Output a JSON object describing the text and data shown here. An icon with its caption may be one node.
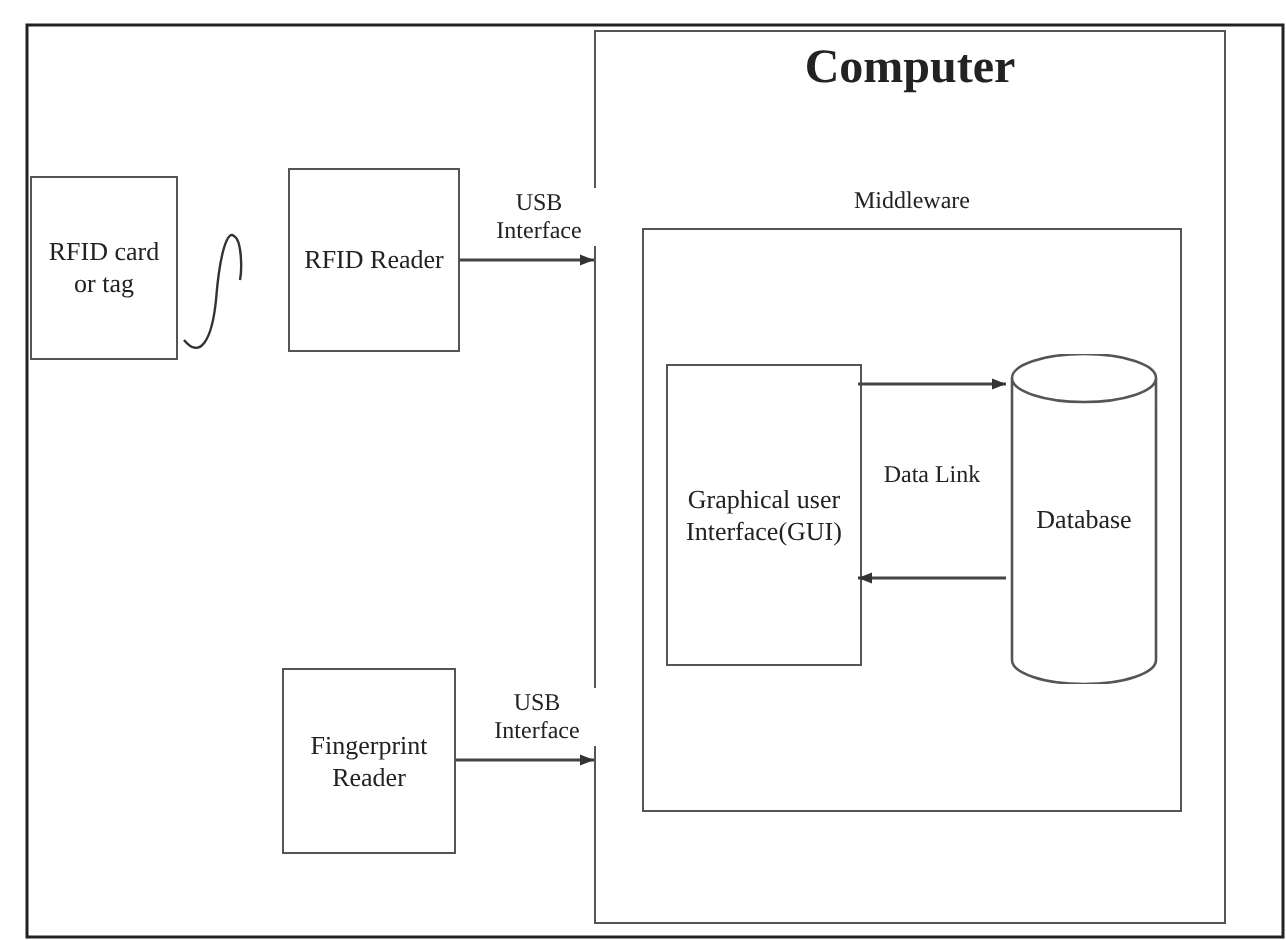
{
  "diagram": {
    "nodes": [
      {
        "text": [
          "RFID card or tag"
        ]
      },
      {
        "text": [
          "RFID Reader"
        ]
      },
      {
        "text": [
          "Computer"
        ]
      },
      {
        "text": [
          "Middleware"
        ],
        "in": 2
      },
      {
        "text": [
          "Graphical user Interface(GUI)"
        ],
        "in": 3
      },
      {
        "text": [
          "Database"
        ],
        "in": 3
      },
      {
        "text": [
          "Fingerprint Reader"
        ]
      }
    ],
    "edges": [
      {
        "from": 1,
        "to": 2,
        "arrow": "to",
        "label": "USB Interface"
      },
      {
        "from": 6,
        "to": 2,
        "arrow": "to",
        "label": "USB Interface"
      },
      {
        "from": 4,
        "to": 5,
        "arrow": "to"
      },
      {
        "from": 5,
        "to": 4,
        "arrow": "to"
      }
    ],
    "labels": [
      "Data Link"
    ]
  }
}
